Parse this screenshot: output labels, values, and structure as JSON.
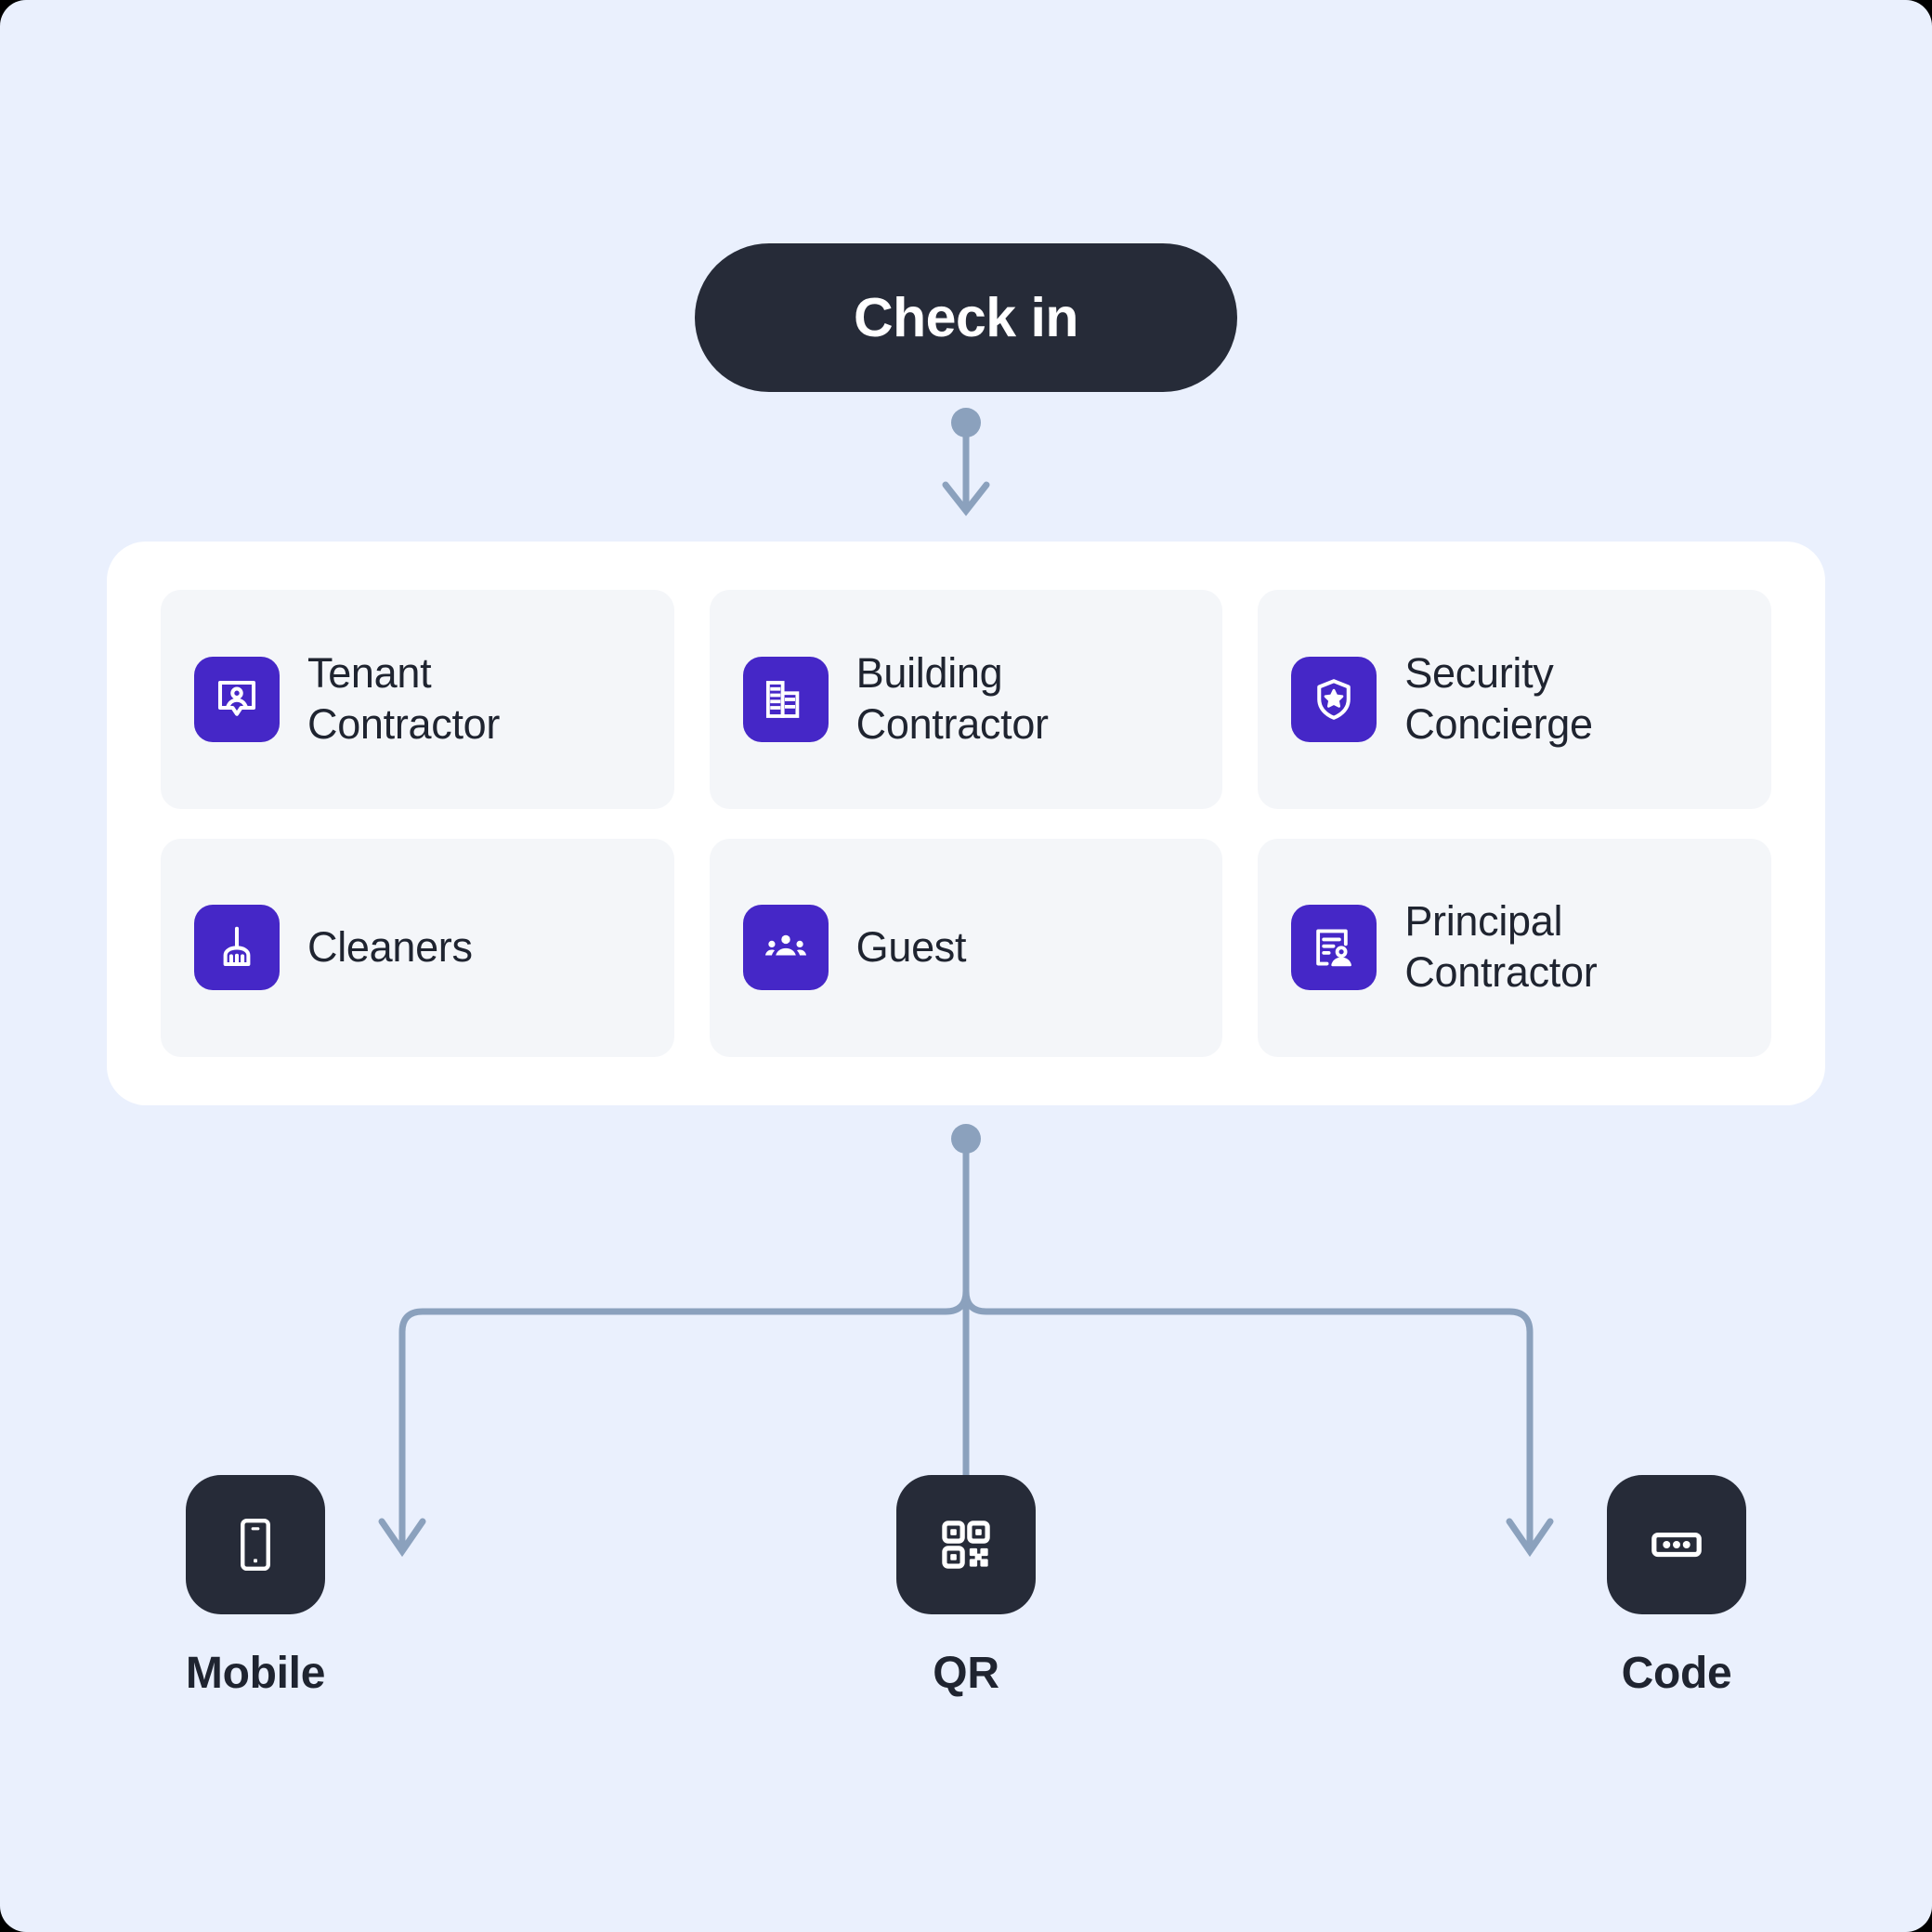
{
  "theme": {
    "canvas_bg": "#eaf0fd",
    "card_bg": "#ffffff",
    "tile_bg": "#f4f6f9",
    "accent_purple": "#4527c7",
    "dark": "#262b38",
    "text": "#1f2430",
    "connector": "#8ba1bd"
  },
  "flow": {
    "entry": {
      "label": "Check in",
      "icon": "pill-button"
    },
    "roles": [
      {
        "label": "Tenant\nContractor",
        "icon": "contact-card-person-icon"
      },
      {
        "label": "Building\nContractor",
        "icon": "building-icon"
      },
      {
        "label": "Security\nConcierge",
        "icon": "shield-star-icon"
      },
      {
        "label": "Cleaners",
        "icon": "broom-icon"
      },
      {
        "label": "Guest",
        "icon": "people-group-icon"
      },
      {
        "label": "Principal\nContractor",
        "icon": "document-person-icon"
      }
    ],
    "methods": [
      {
        "label": "Mobile",
        "icon": "smartphone-icon"
      },
      {
        "label": "QR",
        "icon": "qr-code-icon"
      },
      {
        "label": "Code",
        "icon": "passcode-dots-icon"
      }
    ]
  }
}
